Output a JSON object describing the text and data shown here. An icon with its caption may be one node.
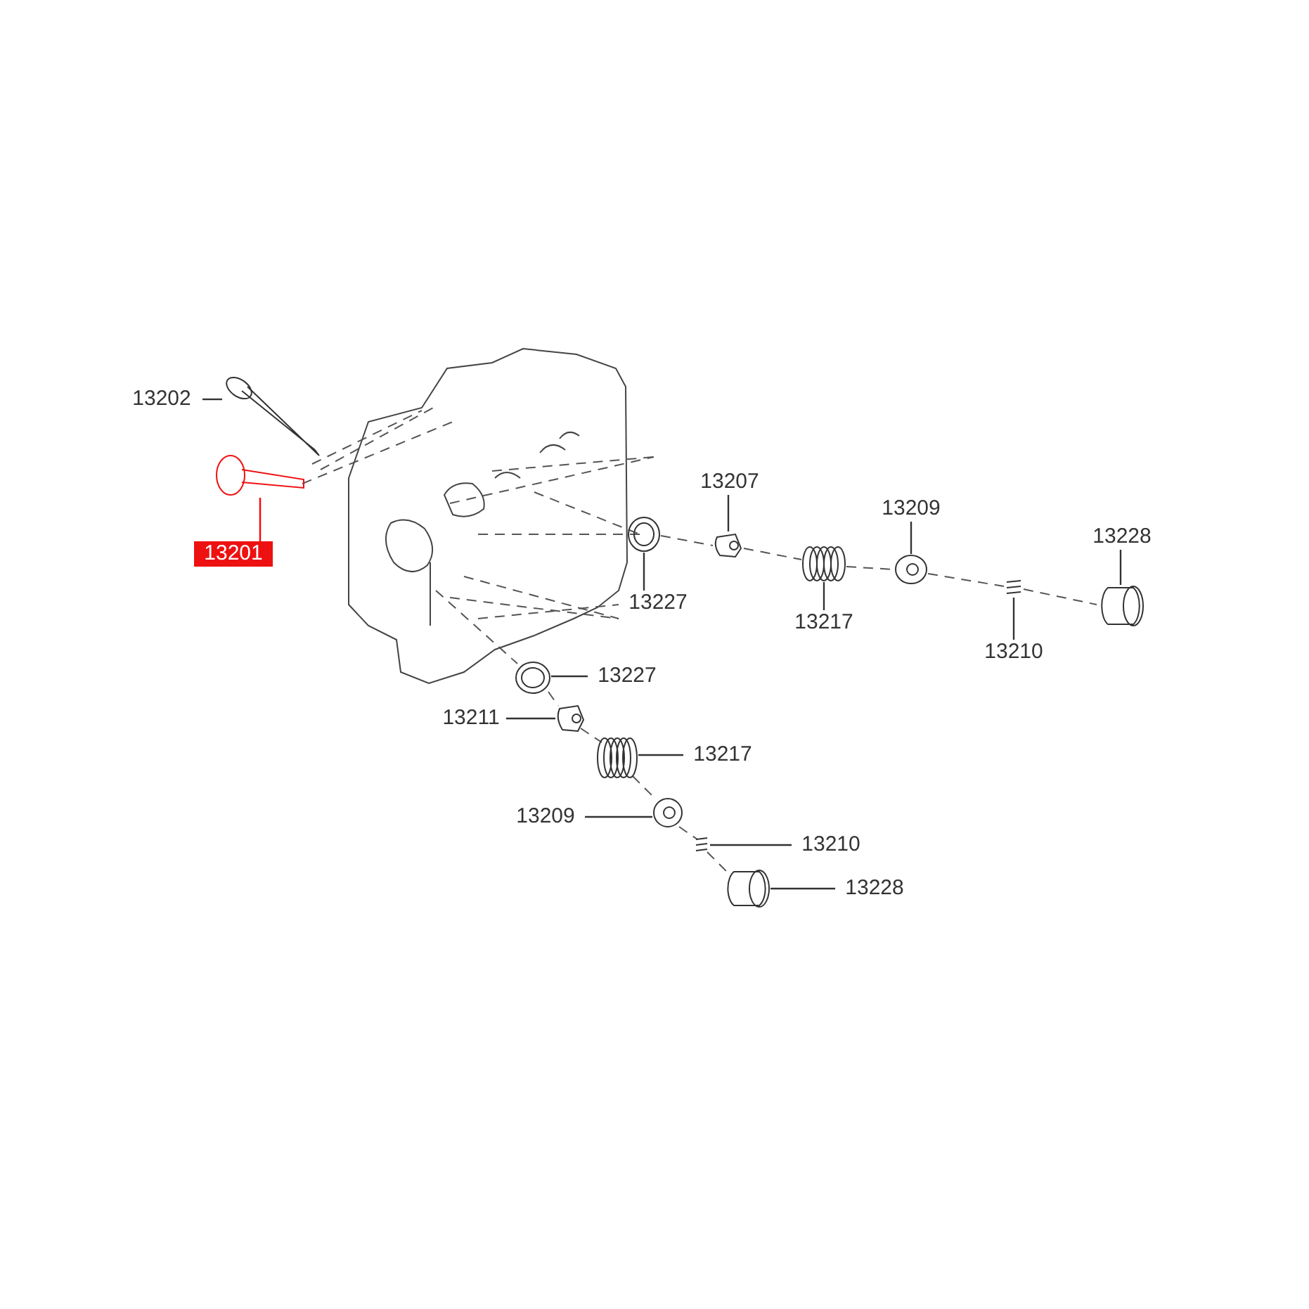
{
  "diagram": {
    "nodes": [
      {
        "text": [
          "13202"
        ]
      },
      {
        "text": [],
        "shape": "picture"
      },
      {
        "text": [
          "13201"
        ]
      },
      {
        "text": [],
        "shape": "picture"
      },
      {
        "text": [
          "13207"
        ]
      },
      {
        "text": [],
        "shape": "picture"
      },
      {
        "text": [
          "13227"
        ]
      },
      {
        "text": [],
        "shape": "picture"
      },
      {
        "text": [
          "13209"
        ]
      },
      {
        "text": [],
        "shape": "picture"
      },
      {
        "text": [
          "13228"
        ]
      },
      {
        "text": [],
        "shape": "picture"
      },
      {
        "text": [
          "13217"
        ]
      },
      {
        "text": [],
        "shape": "picture"
      },
      {
        "text": [
          "13210"
        ]
      },
      {
        "text": [],
        "shape": "picture"
      },
      {
        "text": [
          "13227"
        ]
      },
      {
        "text": [],
        "shape": "picture"
      },
      {
        "text": [
          "13211"
        ]
      },
      {
        "text": [],
        "shape": "picture"
      },
      {
        "text": [
          "13217"
        ]
      },
      {
        "text": [],
        "shape": "picture"
      },
      {
        "text": [
          "13209"
        ]
      },
      {
        "text": [],
        "shape": "picture"
      },
      {
        "text": [
          "13210"
        ]
      },
      {
        "text": [],
        "shape": "picture"
      },
      {
        "text": [
          "13228"
        ]
      },
      {
        "text": [],
        "shape": "picture"
      }
    ],
    "edges": [
      {
        "from": 0,
        "to": 1,
        "arrow": "none"
      },
      {
        "from": 2,
        "to": 3,
        "arrow": "none",
        "color": "#ff0000"
      },
      {
        "from": 4,
        "to": 5,
        "arrow": "none"
      },
      {
        "from": 6,
        "to": 7,
        "arrow": "none"
      },
      {
        "from": 8,
        "to": 9,
        "arrow": "none"
      },
      {
        "from": 10,
        "to": 11,
        "arrow": "none"
      },
      {
        "from": 12,
        "to": 13,
        "arrow": "none"
      },
      {
        "from": 14,
        "to": 15,
        "arrow": "none"
      },
      {
        "from": 16,
        "to": 17,
        "arrow": "none"
      },
      {
        "from": 18,
        "to": 19,
        "arrow": "none"
      },
      {
        "from": 20,
        "to": 21,
        "arrow": "none"
      },
      {
        "from": 22,
        "to": 23,
        "arrow": "none"
      },
      {
        "from": 24,
        "to": 25,
        "arrow": "none"
      },
      {
        "from": 26,
        "to": 27,
        "arrow": "none"
      }
    ]
  }
}
